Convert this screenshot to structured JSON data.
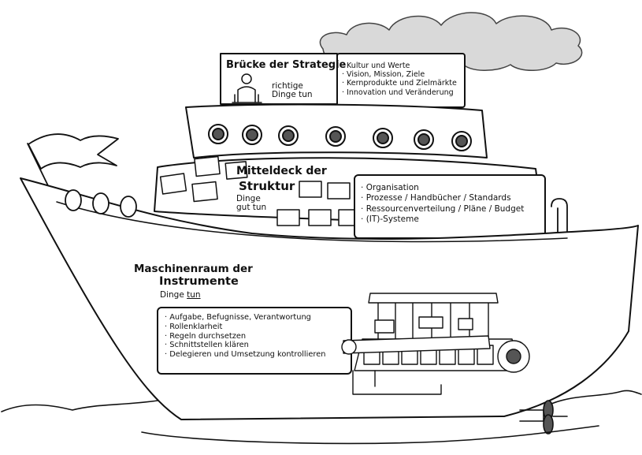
{
  "bridge": {
    "title": "Brücke der Strategie",
    "subtitle": "richtige Dinge tun",
    "items": [
      "Kultur und Werte",
      "Vision, Mission, Ziele",
      "Kernprodukte und Zielmärkte",
      "Innovation und Veränderung"
    ]
  },
  "middeck": {
    "title_line1": "Mitteldeck der",
    "title_line2": "Struktur",
    "subtitle": "Dinge gut tun",
    "items": [
      "Organisation",
      "Prozesse / Handbücher / Standards",
      "Ressourcenverteilung / Pläne / Budget",
      "(IT)-Systeme"
    ]
  },
  "engine": {
    "title_line1": "Maschinenraum der",
    "title_line2": "Instrumente",
    "subtitle_prefix": "Dinge ",
    "subtitle_underlined": "tun",
    "items": [
      "Aufgabe, Befugnisse, Verantwortung",
      "Rollenklarheit",
      "Regeln durchsetzen",
      "Schnittstellen klären",
      "Delegieren und Umsetzung kontrollieren"
    ]
  },
  "colors": {
    "ink": "#111111",
    "paper": "#ffffff",
    "smoke_fill": "#d9d9d9",
    "window_fill": "#bdbdbd"
  }
}
